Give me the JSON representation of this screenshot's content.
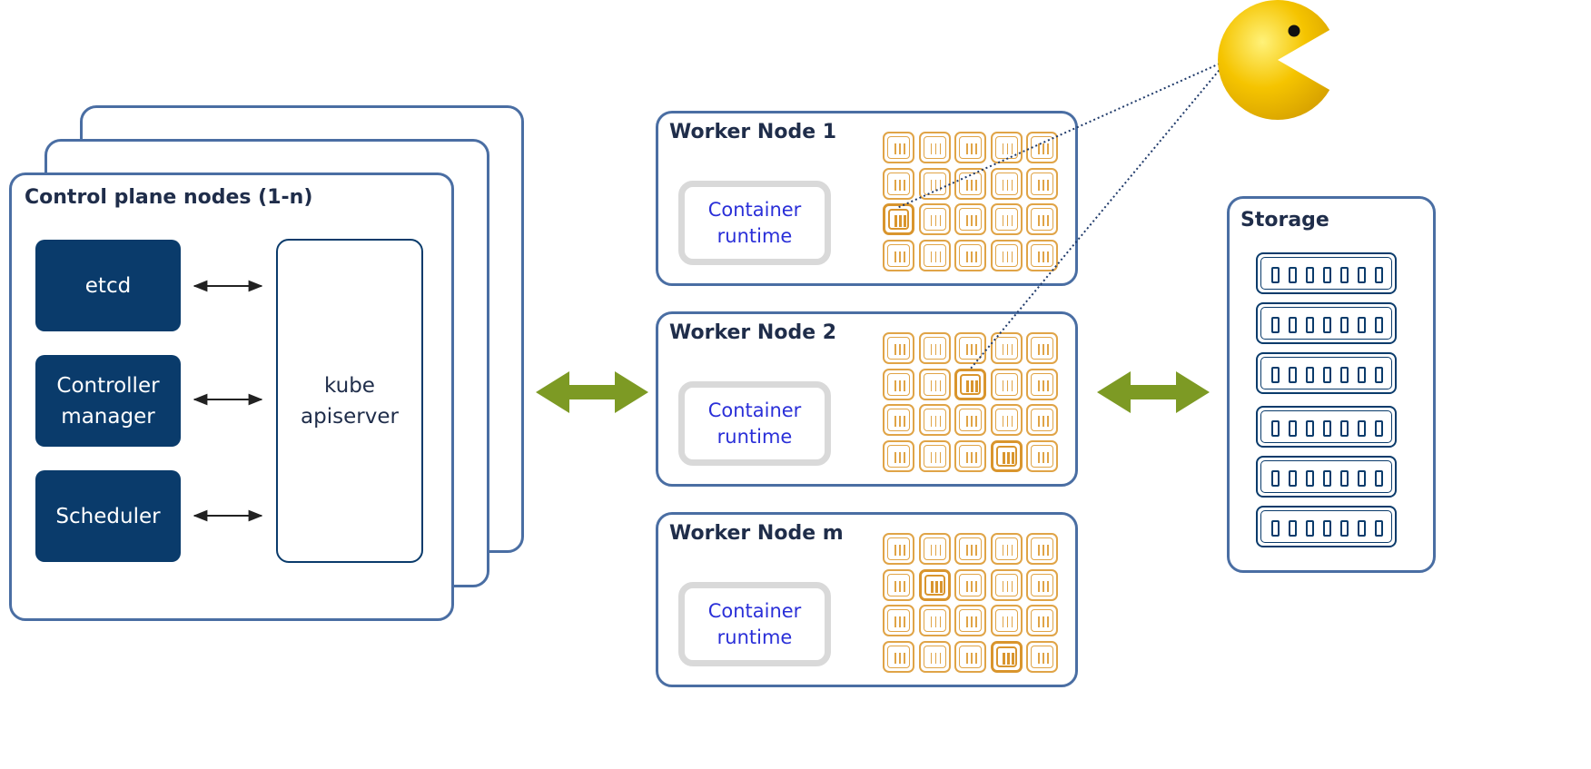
{
  "control_plane": {
    "title": "Control plane nodes (1-n)",
    "components": {
      "etcd": "etcd",
      "controller_line1": "Controller",
      "controller_line2": "manager",
      "scheduler": "Scheduler"
    },
    "apiserver_line1": "kube",
    "apiserver_line2": "apiserver"
  },
  "worker_nodes": [
    {
      "title": "Worker Node 1",
      "runtime_line1": "Container",
      "runtime_line2": "runtime",
      "active_pods": [
        [
          2,
          0
        ]
      ]
    },
    {
      "title": "Worker Node 2",
      "runtime_line1": "Container",
      "runtime_line2": "runtime",
      "active_pods": [
        [
          1,
          2
        ],
        [
          3,
          3
        ]
      ]
    },
    {
      "title": "Worker Node m",
      "runtime_line1": "Container",
      "runtime_line2": "runtime",
      "active_pods": [
        [
          1,
          1
        ],
        [
          3,
          3
        ]
      ]
    }
  ],
  "pod_grid": {
    "rows": 4,
    "cols": 5
  },
  "storage": {
    "title": "Storage",
    "unit_count": 6,
    "slots_per_unit": 7
  },
  "colors": {
    "frame_border": "#4a6ea3",
    "component_fill": "#0a3b6b",
    "pod_outline": "#e0a447",
    "runtime_text": "#2a2fd8",
    "link_arrow": "#7d9a24",
    "pacman": "#f5c400"
  },
  "icons": {
    "mascot": "pacman-icon"
  }
}
